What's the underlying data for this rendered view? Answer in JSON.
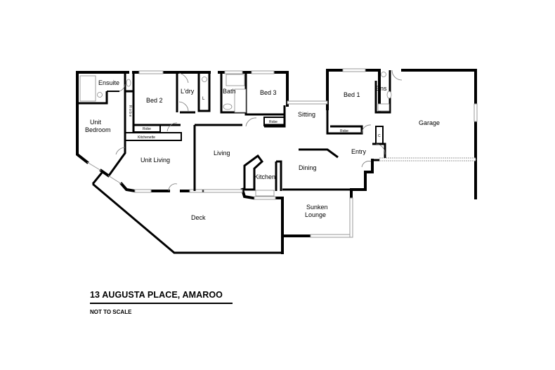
{
  "plan": {
    "title": "13 AUGUSTA PLACE, AMAROO",
    "scale_note": "NOT TO SCALE"
  },
  "rooms": {
    "ensuite": "Ensuite",
    "robe_vertical": "R o b e",
    "bed2": "Bed 2",
    "laundry": "L'dry",
    "linen": "L",
    "bath": "Bath",
    "bed3": "Bed 3",
    "robe_bed3": "Robe",
    "sitting": "Sitting",
    "bed1": "Bed 1",
    "ens": "Ens",
    "robe_bed1": "Robe",
    "cupboard": "C",
    "garage": "Garage",
    "unit_bedroom_1": "Unit",
    "unit_bedroom_2": "Bedroom",
    "robe_unit": "Robe",
    "kitchenette": "Kitchenette",
    "unit_living": "Unit Living",
    "living": "Living",
    "kitchen": "Kitchen",
    "dining": "Dining",
    "entry": "Entry",
    "sunken_lounge_1": "Sunken",
    "sunken_lounge_2": "Lounge",
    "deck": "Deck"
  }
}
